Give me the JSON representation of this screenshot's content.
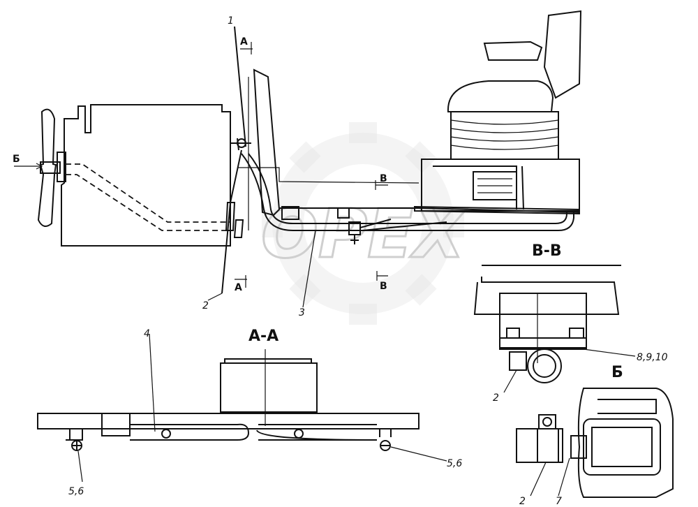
{
  "watermark": "OPEX",
  "section_titles": {
    "aa": "А-А",
    "vv": "В-В",
    "b": "Б"
  },
  "markers": {
    "a_top": "А",
    "a_bottom": "А",
    "v_top": "В",
    "v_bottom": "В",
    "b_arrow": "Б"
  },
  "callouts": {
    "c1": "1",
    "c2_main": "2",
    "c3": "3",
    "c4": "4",
    "c56_left": "5,6",
    "c56_right": "5,6",
    "c2_vv": "2",
    "c8910": "8,9,10",
    "c2_b": "2",
    "c7": "7"
  }
}
